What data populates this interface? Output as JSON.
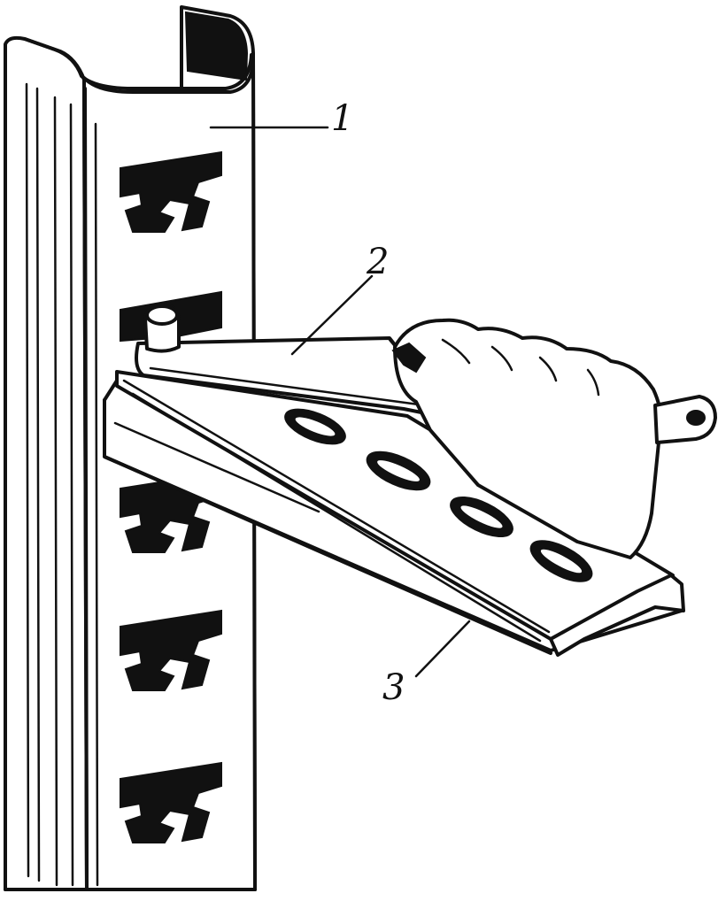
{
  "figure": {
    "callouts": [
      {
        "id": "1",
        "text": "1",
        "part": "upright-post"
      },
      {
        "id": "2",
        "text": "2",
        "part": "locking-latch"
      },
      {
        "id": "3",
        "text": "3",
        "part": "cantilever-bracket"
      }
    ],
    "colors": {
      "ink": "#111111",
      "paper": "#ffffff"
    }
  }
}
